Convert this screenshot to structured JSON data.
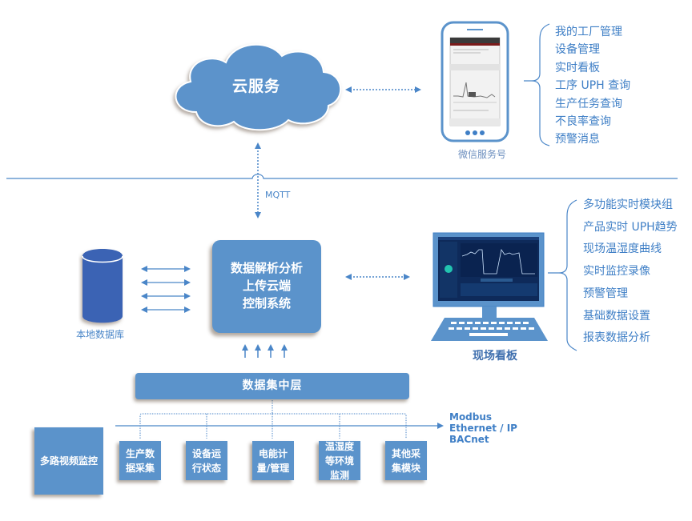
{
  "cloud": {
    "label": "云服务"
  },
  "mobile": {
    "caption": "微信服务号",
    "features": [
      "我的工厂管理",
      "设备管理",
      "实时看板",
      "工序 UPH 查询",
      "生产任务查询",
      "不良率查询",
      "预警消息"
    ]
  },
  "link": {
    "protocol": "MQTT"
  },
  "core": {
    "lines": [
      "数据解析分析",
      "上传云端",
      "控制系统"
    ]
  },
  "database": {
    "caption": "本地数据库"
  },
  "kanban": {
    "caption": "现场看板",
    "features": [
      "多功能实时模块组",
      "产品实时 UPH趋势",
      "现场温湿度曲线",
      "实时监控录像",
      "预警管理",
      "基础数据设置",
      "报表数据分析"
    ]
  },
  "concentrator": {
    "label": "数据集中层"
  },
  "video": {
    "label": "多路视频监控"
  },
  "modules": [
    {
      "lines": [
        "生产数",
        "据采集"
      ]
    },
    {
      "lines": [
        "设备运",
        "行状态"
      ]
    },
    {
      "lines": [
        "电能计",
        "量/管理"
      ]
    },
    {
      "lines": [
        "温湿度",
        "等环境",
        "监测"
      ]
    },
    {
      "lines": [
        "其他采",
        "集模块"
      ]
    }
  ],
  "protocols": [
    "Modbus",
    "Ethernet / IP",
    "BACnet"
  ],
  "colors": {
    "primary": "#5b93cb",
    "dark_blue": "#3a64b4",
    "line": "#4a86c8",
    "text": "#3f7fc6"
  }
}
